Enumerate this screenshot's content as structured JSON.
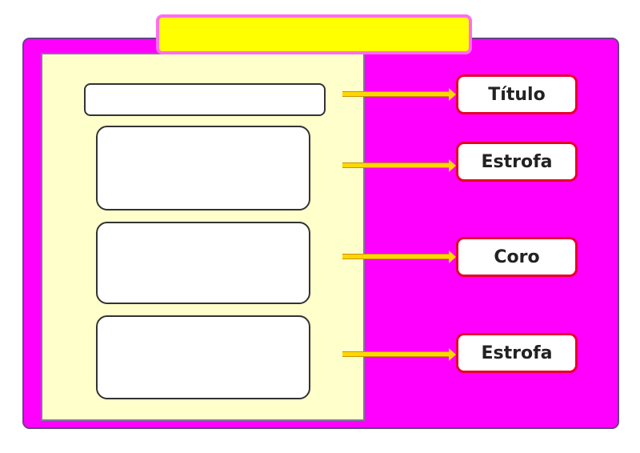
{
  "colors": {
    "board": "#ff00ff",
    "banner": "#ffff00",
    "paper": "#ffffcc",
    "arrow": "#ffd700",
    "label_border": "#e60026"
  },
  "labels": [
    "Título",
    "Estrofa",
    "Coro",
    "Estrofa"
  ]
}
